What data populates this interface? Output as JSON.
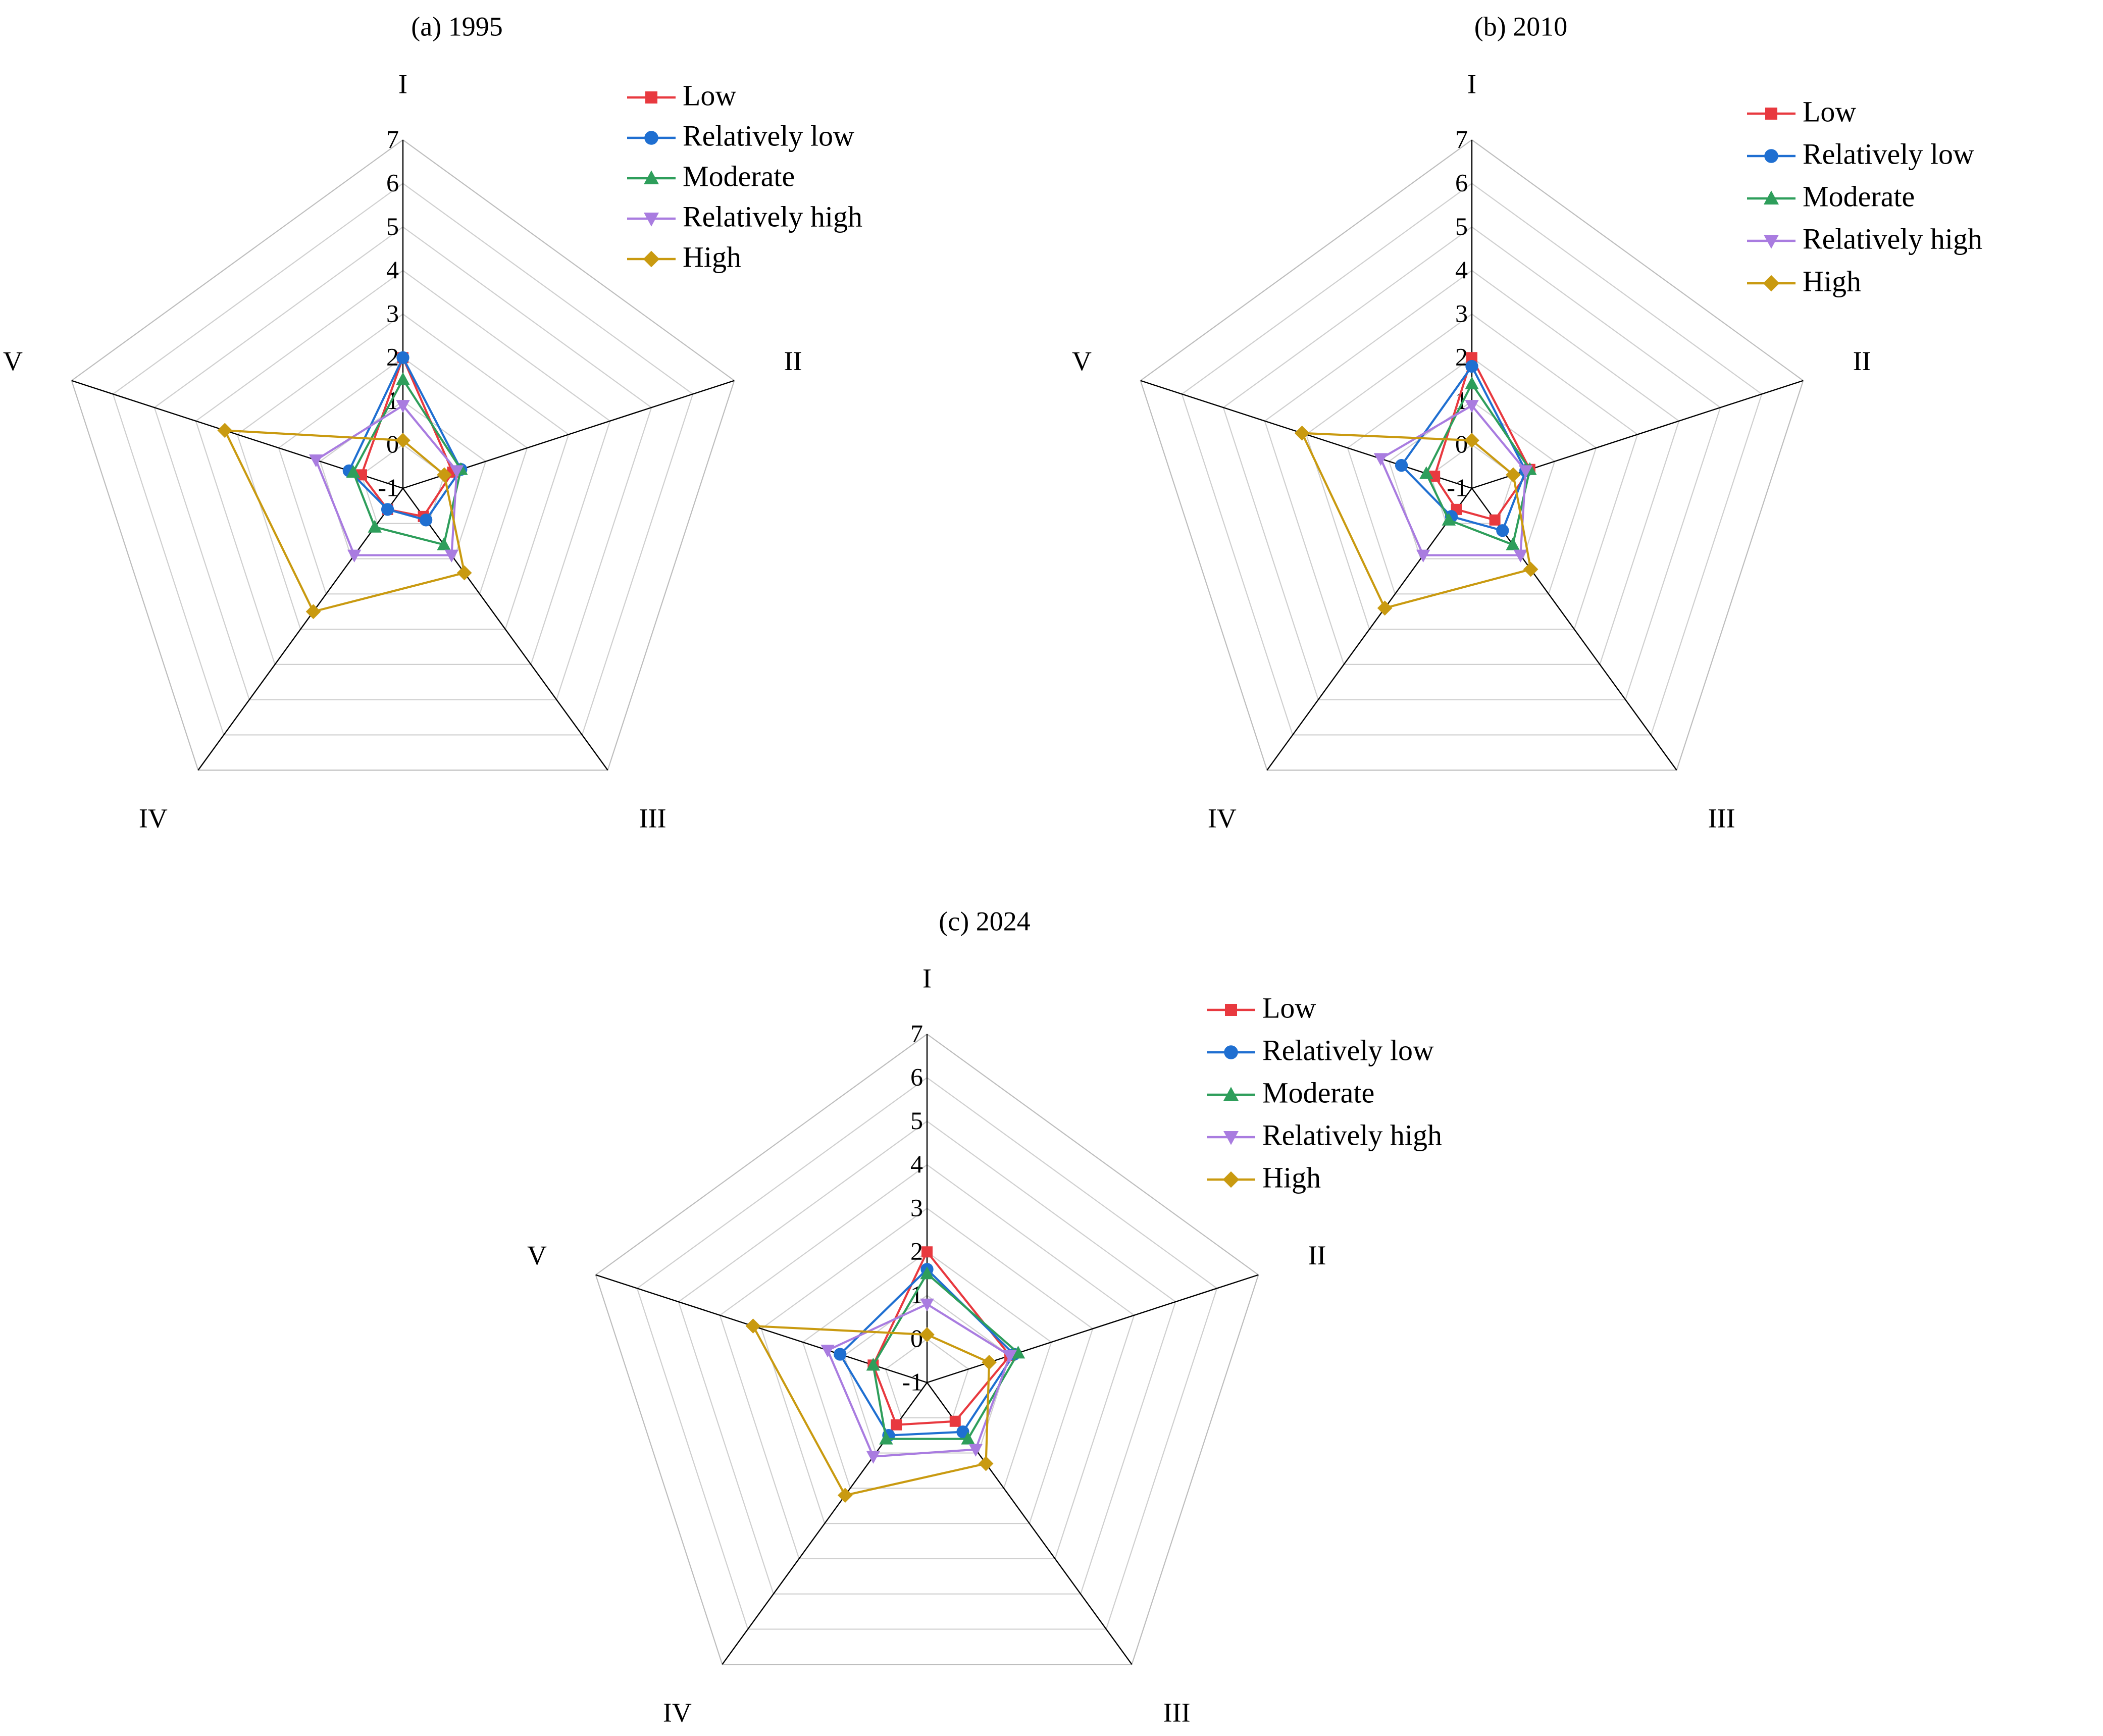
{
  "figure": {
    "chart_data": [
      {
        "type": "radar",
        "title": "(a) 1995",
        "axes": [
          "I",
          "II",
          "III",
          "IV",
          "V"
        ],
        "rlim": [
          -1,
          7
        ],
        "ticks": [
          "-1",
          "0",
          "1",
          "2",
          "3",
          "4",
          "5",
          "6",
          "7"
        ],
        "grid": true,
        "legend": "top-right",
        "series": [
          {
            "name": "Low",
            "values": [
              2.0,
              0.2,
              -0.2,
              -0.4,
              0.0
            ]
          },
          {
            "name": "Relatively low",
            "values": [
              2.0,
              0.4,
              -0.1,
              -0.4,
              0.3
            ]
          },
          {
            "name": "Moderate",
            "values": [
              1.5,
              0.4,
              0.6,
              0.1,
              0.2
            ]
          },
          {
            "name": "Relatively high",
            "values": [
              0.9,
              0.3,
              0.9,
              0.9,
              1.1
            ]
          },
          {
            "name": "High",
            "values": [
              0.1,
              0.0,
              1.4,
              2.5,
              3.3
            ]
          }
        ]
      },
      {
        "type": "radar",
        "title": "(b) 2010",
        "axes": [
          "I",
          "II",
          "III",
          "IV",
          "V"
        ],
        "rlim": [
          -1,
          7
        ],
        "ticks": [
          "-1",
          "0",
          "1",
          "2",
          "3",
          "4",
          "5",
          "6",
          "7"
        ],
        "grid": true,
        "legend": "top-right",
        "series": [
          {
            "name": "Low",
            "values": [
              2.0,
              0.4,
              -0.1,
              -0.4,
              -0.1
            ]
          },
          {
            "name": "Relatively low",
            "values": [
              1.8,
              0.3,
              0.2,
              -0.2,
              0.7
            ]
          },
          {
            "name": "Moderate",
            "values": [
              1.4,
              0.4,
              0.6,
              -0.1,
              0.1
            ]
          },
          {
            "name": "Relatively high",
            "values": [
              0.9,
              0.3,
              0.9,
              0.9,
              1.2
            ]
          },
          {
            "name": "High",
            "values": [
              0.1,
              0.0,
              1.3,
              2.4,
              3.1
            ]
          }
        ]
      },
      {
        "type": "radar",
        "title": "(c) 2024",
        "axes": [
          "I",
          "II",
          "III",
          "IV",
          "V"
        ],
        "rlim": [
          -1,
          7
        ],
        "ticks": [
          "-1",
          "0",
          "1",
          "2",
          "3",
          "4",
          "5",
          "6",
          "7"
        ],
        "grid": true,
        "legend": "top-right",
        "series": [
          {
            "name": "Low",
            "values": [
              2.0,
              1.0,
              0.1,
              0.2,
              0.3
            ]
          },
          {
            "name": "Relatively low",
            "values": [
              1.6,
              1.1,
              0.4,
              0.5,
              1.1
            ]
          },
          {
            "name": "Moderate",
            "values": [
              1.5,
              1.2,
              0.6,
              0.6,
              0.3
            ]
          },
          {
            "name": "Relatively high",
            "values": [
              0.8,
              1.0,
              0.9,
              1.1,
              1.4
            ]
          },
          {
            "name": "High",
            "values": [
              0.1,
              0.5,
              1.3,
              2.2,
              3.2
            ]
          }
        ]
      }
    ],
    "colors": {
      "Low": "#e8393f",
      "Relatively low": "#1f6fd1",
      "Moderate": "#2e9e5b",
      "Relatively high": "#a97ce0",
      "High": "#c99a10",
      "grid": "#cfcfcf",
      "axis": "#000000"
    },
    "markers": {
      "Low": "square",
      "Relatively low": "circle",
      "Moderate": "triangle-up",
      "Relatively high": "triangle-down",
      "High": "diamond"
    }
  }
}
